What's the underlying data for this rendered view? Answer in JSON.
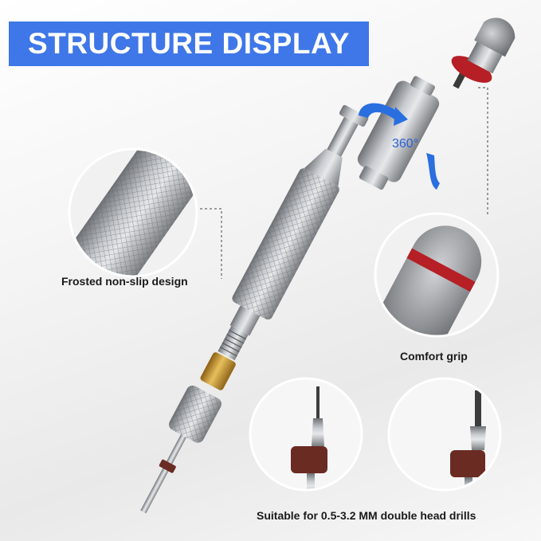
{
  "title": "STRUCTURE DISPLAY",
  "rotation_label": "360°",
  "callouts": {
    "frosted": "Frosted non-slip design",
    "comfort": "Comfort grip",
    "drills": "Suitable for 0.5-3.2 MM double head drills"
  },
  "colors": {
    "banner": "#3f77e8",
    "accent_red": "#b51f25",
    "rotation_arrow": "#2a6fe0",
    "brass": "#c99a3a",
    "steel": "#9a9da1"
  }
}
